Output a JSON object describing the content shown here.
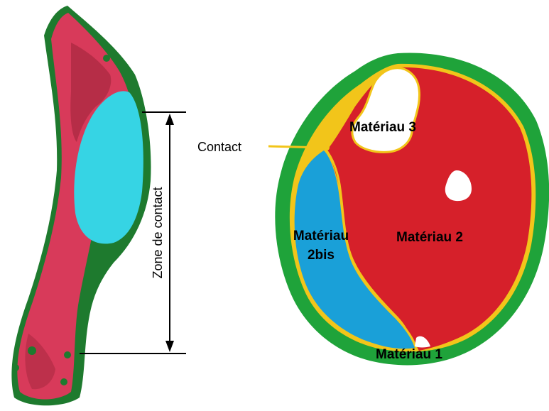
{
  "left_panel": {
    "dimension_label": "Zone de contact"
  },
  "right_panel": {
    "contact_label": "Contact",
    "materials": {
      "m1": "Matériau 1",
      "m2": "Matériau 2",
      "m2bis_line1": "Matériau",
      "m2bis_line2": "2bis",
      "m3": "Matériau 3"
    }
  },
  "colors": {
    "outer_layer": "#1fa33a",
    "material_2": "#d6202a",
    "material_2bis": "#1aa0d8",
    "interface": "#f2c51a",
    "limb_bone": "#d83a5a",
    "limb_cyan": "#36d4e4",
    "limb_shell": "#1e7a2e"
  }
}
